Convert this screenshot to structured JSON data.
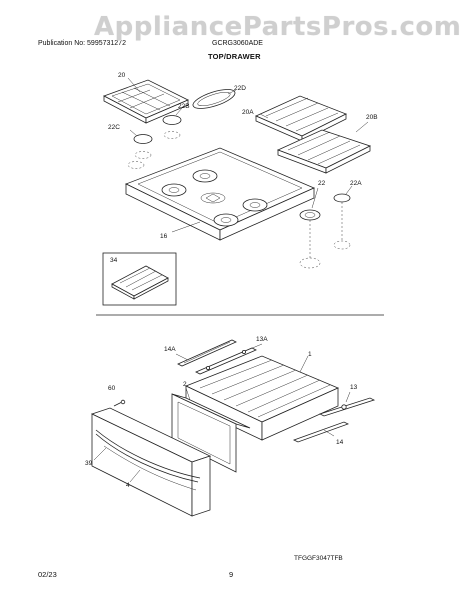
{
  "header": {
    "publication_label": "Publication No: 5995731272",
    "model": "GCRG3060ADE",
    "watermark": "AppliancePartsPros.com",
    "section_title": "TOP/DRAWER"
  },
  "callouts": {
    "c20": "20",
    "c22D": "22D",
    "c22B": "22B",
    "c22C": "22C",
    "c20A": "20A",
    "c20B": "20B",
    "c22": "22",
    "c22A": "22A",
    "c16": "16",
    "c34": "34",
    "c14A": "14A",
    "c13A": "13A",
    "c1": "1",
    "c60": "60",
    "c2": "2",
    "c13": "13",
    "c14": "14",
    "c39": "39",
    "c4": "4"
  },
  "diagram_code": "TFGGF3047TFB",
  "footer": {
    "date": "02/23",
    "page_number": "9"
  }
}
